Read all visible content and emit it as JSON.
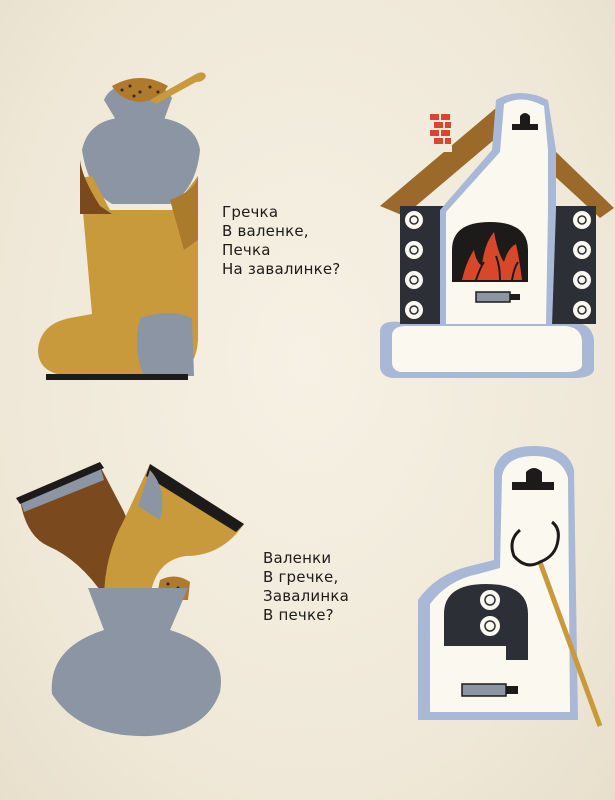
{
  "poems": [
    {
      "lines": [
        "Гречка",
        "В валенке,",
        "Печка",
        "На завалинке?"
      ]
    },
    {
      "lines": [
        "Валенки",
        "В гречке,",
        "Завалинка",
        "В печке?"
      ]
    }
  ],
  "colors": {
    "paper": "#f1ebdc",
    "felt_boot": "#c99a3c",
    "pot_gray": "#8b95a3",
    "wood_brown": "#7a4a1e",
    "fire_red": "#d9472b",
    "ink": "#1d1b1a",
    "stove_shadow": "#a9b8d6"
  }
}
